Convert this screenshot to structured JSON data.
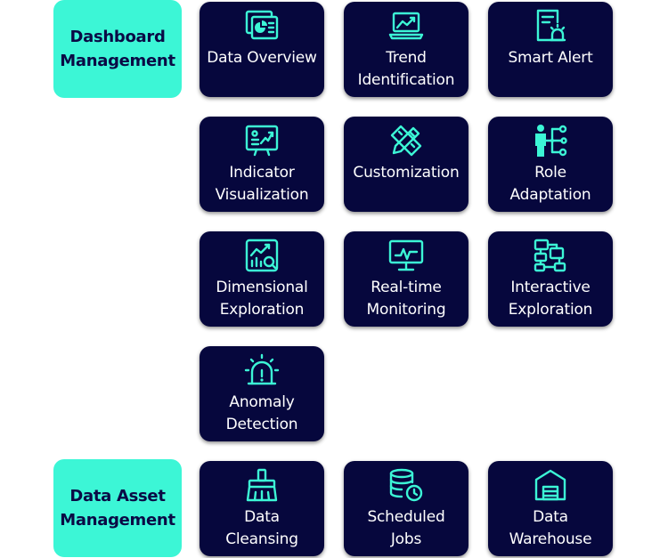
{
  "colors": {
    "accent": "#3cf6d6",
    "card_background": "#06073d",
    "category_text": "#0a0a45",
    "card_text": "#ffffff"
  },
  "categories": [
    {
      "label": "Dashboard\nManagement",
      "items": [
        {
          "label": "Data Overview",
          "icon": "dashboard-pie-icon"
        },
        {
          "label": "Trend\nIdentification",
          "icon": "laptop-trend-icon"
        },
        {
          "label": "Smart Alert",
          "icon": "alert-document-icon"
        },
        {
          "label": "Indicator\nVisualization",
          "icon": "chart-monitor-icon"
        },
        {
          "label": "Customization",
          "icon": "pencil-ruler-icon"
        },
        {
          "label": "Role\nAdaptation",
          "icon": "person-hierarchy-icon"
        },
        {
          "label": "Dimensional\nExploration",
          "icon": "chart-magnifier-icon"
        },
        {
          "label": "Real-time\nMonitoring",
          "icon": "monitor-pulse-icon"
        },
        {
          "label": "Interactive\nExploration",
          "icon": "flow-blocks-icon"
        },
        {
          "label": "Anomaly\nDetection",
          "icon": "siren-alarm-icon"
        }
      ]
    },
    {
      "label": "Data Asset\nManagement",
      "items": [
        {
          "label": "Data\nCleansing",
          "icon": "broom-icon"
        },
        {
          "label": "Scheduled\nJobs",
          "icon": "database-clock-icon"
        },
        {
          "label": "Data\nWarehouse",
          "icon": "warehouse-icon"
        }
      ]
    }
  ]
}
